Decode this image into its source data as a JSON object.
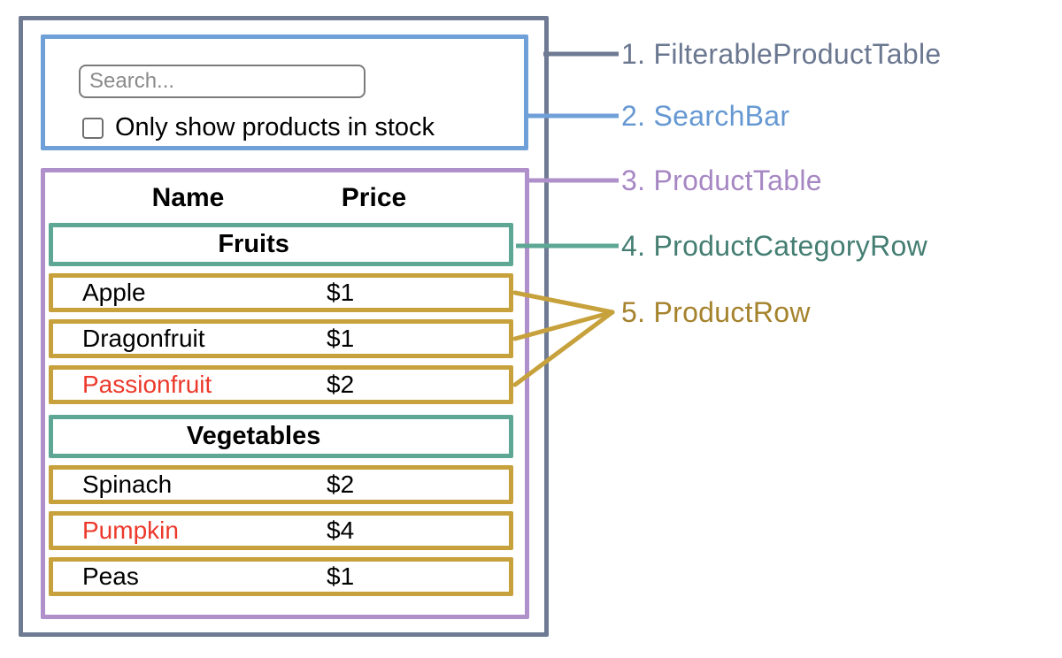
{
  "search_bar": {
    "placeholder": "Search...",
    "checkbox_label": "Only show products in stock",
    "checkbox_checked": false
  },
  "product_table": {
    "headers": [
      "Name",
      "Price"
    ],
    "sections": [
      {
        "category": "Fruits",
        "rows": [
          {
            "name": "Apple",
            "price": "$1",
            "red_text": false
          },
          {
            "name": "Dragonfruit",
            "price": "$1",
            "red_text": false
          },
          {
            "name": "Passionfruit",
            "price": "$2",
            "red_text": true
          }
        ]
      },
      {
        "category": "Vegetables",
        "rows": [
          {
            "name": "Spinach",
            "price": "$2",
            "red_text": false
          },
          {
            "name": "Pumpkin",
            "price": "$4",
            "red_text": true
          },
          {
            "name": "Peas",
            "price": "$1",
            "red_text": false
          }
        ]
      }
    ]
  },
  "legend": {
    "items": [
      {
        "number": "1.",
        "label": "FilterableProductTable",
        "color": "#6A7790"
      },
      {
        "number": "2.",
        "label": "SearchBar",
        "color": "#6598D2"
      },
      {
        "number": "3.",
        "label": "ProductTable",
        "color": "#A687C3"
      },
      {
        "number": "4.",
        "label": "ProductCategoryRow",
        "color": "#447E72"
      },
      {
        "number": "5.",
        "label": "ProductRow",
        "color": "#A5832D"
      }
    ]
  },
  "palette": {
    "filterable_product_table_border": "#6F7B93",
    "search_bar_border": "#6FA0D8",
    "product_table_border": "#AF90CB",
    "category_row_border": "#5EA795",
    "product_row_border": "#C7A13C",
    "red_item_text": "#EC392B"
  }
}
